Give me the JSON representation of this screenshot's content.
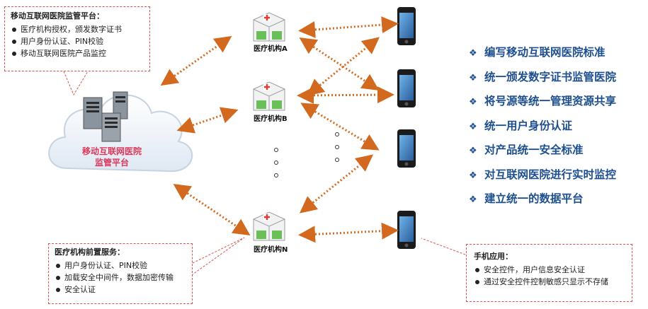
{
  "platform_callout": {
    "title": "移动互联网医院监管平台：",
    "items": [
      "医疗机构授权，颁发数字证书",
      "用户身份认证、PIN校验",
      "移动互联网医院产品监控"
    ]
  },
  "cloud": {
    "line1": "移动互联网医院",
    "line2": "监管平台"
  },
  "institutions": {
    "a": "医疗机构A",
    "b": "医疗机构B",
    "n": "医疗机构N"
  },
  "front_callout": {
    "title": "医疗机构前置服务：",
    "items": [
      "用户身份认证、PIN校验",
      "加载安全中间件，数据加密传输",
      "安全认证"
    ]
  },
  "app_callout": {
    "title": "手机应用：",
    "items": [
      "安全控件，用户信息安全认证",
      "通过安全控件控制敏感只显示不存储"
    ]
  },
  "goals": [
    "编写移动互联网医院标准",
    "统一颁发数字证书监管医院",
    "将号源等统一管理资源共享",
    "统一用户身份认证",
    "对产品统一安全标准",
    "对互联网医院进行实时监控",
    "建立统一的数据平台"
  ],
  "colors": {
    "arrow": "#d2691e",
    "callout_border": "#d9534f",
    "goal_text": "#1d4f8f",
    "cloud_text": "#e0365a"
  }
}
